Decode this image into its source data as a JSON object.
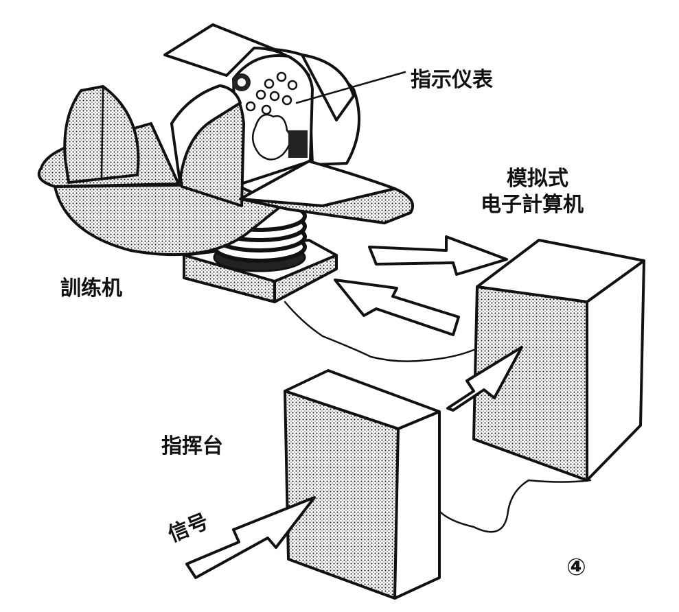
{
  "labels": {
    "indicator": "指示仪表",
    "analog_computer_line1": "模拟式",
    "analog_computer_line2": "电子計算机",
    "trainer": "訓练机",
    "command_console": "指挥台",
    "signal": "信号",
    "figure_number": "④"
  },
  "colors": {
    "ink": "#111111",
    "paper": "#ffffff",
    "screen": "#b8b8b8"
  }
}
